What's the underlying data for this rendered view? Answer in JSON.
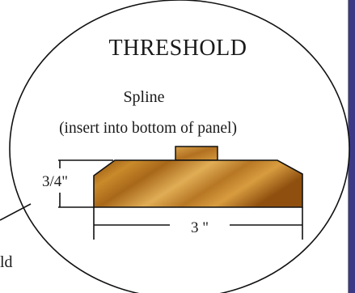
{
  "diagram": {
    "title": "THRESHOLD",
    "spline_label": "Spline",
    "spline_note": "(insert into bottom of panel)",
    "height_dim": "3/4\"",
    "width_dim": "3 \"",
    "cropped_label": "ld"
  },
  "colors": {
    "sidebar": "#3c3a86",
    "wood_dark": "#9b5a12",
    "wood_mid": "#c98a2b",
    "wood_light": "#e3b25a",
    "ink": "#111111"
  }
}
